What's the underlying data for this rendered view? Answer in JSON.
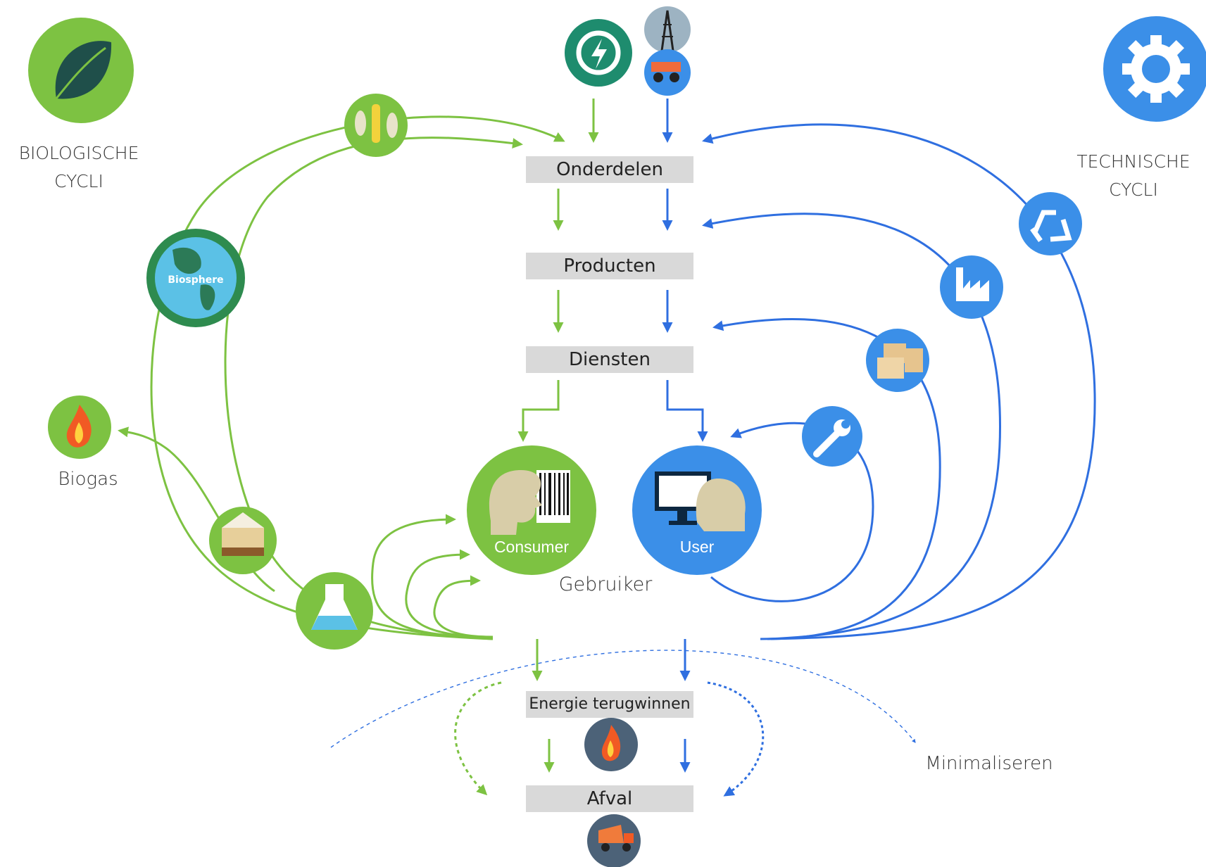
{
  "left_section": {
    "title_line1": "BIOLOGISCHE",
    "title_line2": "CYCLI"
  },
  "right_section": {
    "title_line1": "TECHNISCHE",
    "title_line2": "CYCLI"
  },
  "flow_boxes": {
    "parts": "Onderdelen",
    "products": "Producten",
    "services": "Diensten",
    "energy": "Energie terugwinnen",
    "waste": "Afval"
  },
  "consumer_label": "Consumer",
  "user_label": "User",
  "user_group_label": "Gebruiker",
  "biogas_label": "Biogas",
  "biosphere_label": "Biosphere",
  "minimize_label": "Minimaliseren",
  "colors": {
    "green": "#7dc242",
    "blue": "#2f6fe0",
    "dark_icon": "#4c6278",
    "box_gray": "#d9d9d9"
  },
  "icons": [
    "leaf-icon",
    "gear-icon",
    "energy-icon",
    "oil-rig-icon",
    "mining-truck-icon",
    "farming-icon",
    "biosphere-icon",
    "biogas-icon",
    "compost-icon",
    "lab-flask-icon",
    "consumer-icon",
    "user-icon",
    "wrench-icon",
    "boxes-icon",
    "factory-icon",
    "recycle-icon",
    "fire-icon",
    "dump-truck-icon"
  ]
}
